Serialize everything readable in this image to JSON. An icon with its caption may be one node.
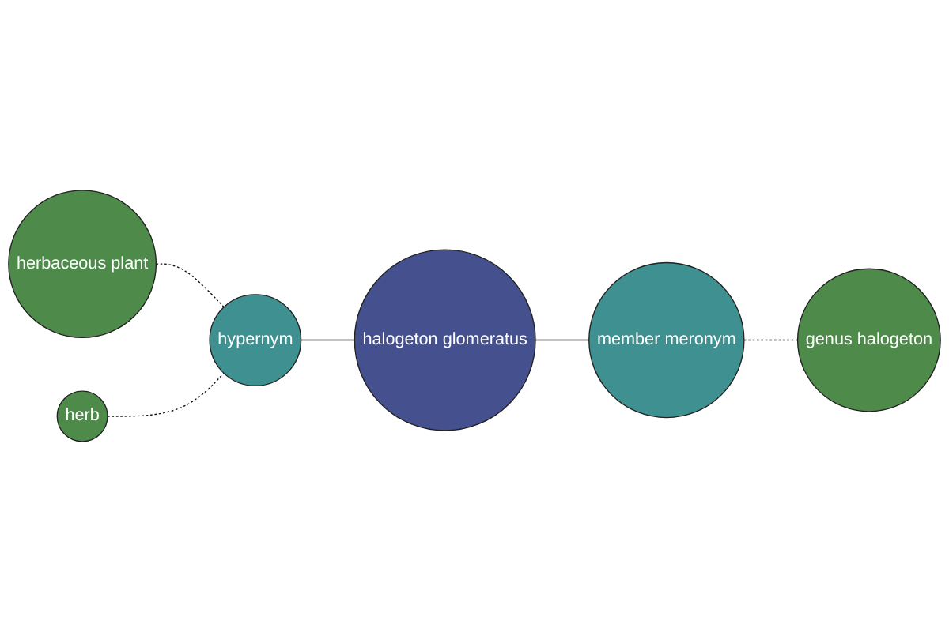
{
  "diagram": {
    "nodes": [
      {
        "text": [
          "herbaceous plant"
        ]
      },
      {
        "text": [
          "hypernym"
        ]
      },
      {
        "text": [
          "halogeton glomeratus"
        ]
      },
      {
        "text": [
          "herb"
        ]
      },
      {
        "text": [
          "member meronym"
        ]
      },
      {
        "text": [
          "genus halogeton"
        ]
      }
    ],
    "edges": [
      {
        "from": 0,
        "to": 1,
        "arrow": "none",
        "style": "dashed"
      },
      {
        "from": 3,
        "to": 1,
        "arrow": "none",
        "style": "dashed"
      },
      {
        "from": 1,
        "to": 2,
        "arrow": "none"
      },
      {
        "from": 2,
        "to": 4,
        "arrow": "none"
      },
      {
        "from": 4,
        "to": 5,
        "arrow": "none",
        "style": "dashed"
      }
    ]
  }
}
